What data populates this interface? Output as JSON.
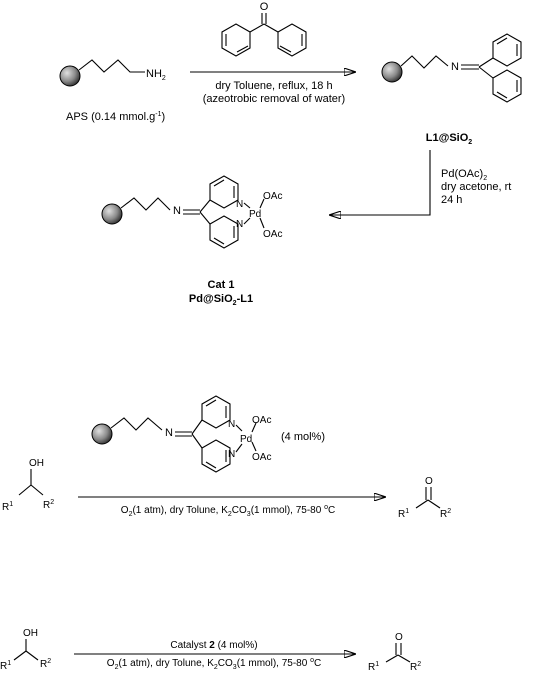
{
  "step1": {
    "reagent_line1": "dry Toluene, reflux, 18 h",
    "reagent_line2": "(azeotrobic removal of water)",
    "amine_label": "NH",
    "amine_sub": "2",
    "aps_label": "APS (0.14 mmol.g",
    "aps_sup": "-1",
    "aps_close": ")",
    "n_label": "N",
    "product_label_a": "L1@SiO",
    "product_label_sub": "2"
  },
  "step2": {
    "reagent_line1a": "Pd(OAc)",
    "reagent_line1_sub": "2",
    "reagent_line2": "dry acetone, rt",
    "reagent_line3": "24 h"
  },
  "cat1": {
    "n_imine": "N",
    "n_py1": "N",
    "n_py2": "N",
    "pd": "Pd",
    "oac1": "OAc",
    "oac2": "OAc",
    "label1": "Cat 1",
    "label2a": "Pd@SiO",
    "label2_sub": "2",
    "label2b": "-L1"
  },
  "reaction3": {
    "n_imine": "N",
    "n_py1": "N",
    "n_py2": "N",
    "pd": "Pd",
    "oac1": "OAc",
    "oac2": "OAc",
    "loading": "(4 mol%)",
    "oh": "OH",
    "r1": "R",
    "r1_sup": "1",
    "r2": "R",
    "r2_sup": "2",
    "o": "O",
    "p_r1": "R",
    "p_r1_sup": "1",
    "p_r2": "R",
    "p_r2_sup": "2",
    "cond_o2": "O",
    "cond_o2_sub": "2",
    "cond_mid": "(1 atm), dry Tolune, K",
    "cond_k_sub": "2",
    "cond_co": "CO",
    "cond_co_sub": "3",
    "cond_end": "(1 mmol), 75-80 ",
    "cond_deg": "o",
    "cond_c": "C"
  },
  "reaction4": {
    "cat_a": "Catalyst ",
    "cat_b": "2",
    "cat_c": " (4 mol%)",
    "oh": "OH",
    "r1": "R",
    "r1_sup": "1",
    "r2": "R",
    "r2_sup": "2",
    "o": "O",
    "p_r1": "R",
    "p_r1_sup": "1",
    "p_r2": "R",
    "p_r2_sup": "2",
    "cond_o2": "O",
    "cond_o2_sub": "2",
    "cond_mid": "(1 atm), dry Tolune, K",
    "cond_k_sub": "2",
    "cond_co": "CO",
    "cond_co_sub": "3",
    "cond_end": "(1 mmol), 75-80 ",
    "cond_deg": "o",
    "cond_c": "C"
  },
  "ketone_reagent": {
    "o": "O"
  },
  "colors": {
    "ink": "#000000",
    "bead_light": "#d0d0d0",
    "bead_dark": "#404040"
  }
}
